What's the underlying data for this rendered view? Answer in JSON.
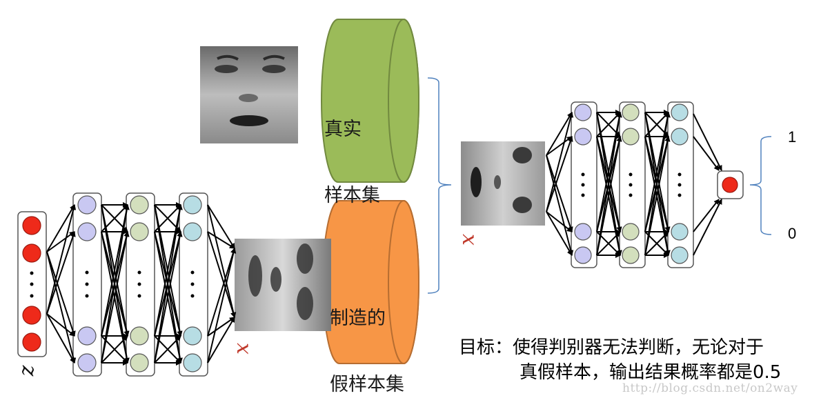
{
  "real_set": {
    "label_line1": "真实",
    "label_line2": "样本集",
    "color": "#9bbb59",
    "stroke": "#71893f"
  },
  "fake_set": {
    "label_line1": "制造的",
    "label_line2": "假样本集",
    "color": "#f79646",
    "stroke": "#b66d31"
  },
  "generator": {
    "input_symbol": "z",
    "output_symbol": "x",
    "input_node_color": "#ee2a1a",
    "layer_colors": [
      "#c9c8f2",
      "#d3dfbd",
      "#b7dde4"
    ]
  },
  "discriminator": {
    "input_symbol": "x",
    "output_node_color": "#ee2a1a",
    "layer_colors": [
      "#c9c8f2",
      "#d3dfbd",
      "#b7dde4"
    ]
  },
  "output": {
    "high": "1",
    "low": "0"
  },
  "goal": {
    "prefix": "目标：",
    "line1": "使得判别器无法判断，无论对于",
    "line2": "真假样本，输出结果概率都是0.5"
  },
  "watermark": "http://blog.csdn.net/on2way",
  "images": {
    "real_face": "real-face-image",
    "fake_face": "generated-face-image",
    "disc_input": "discriminator-input-face"
  }
}
